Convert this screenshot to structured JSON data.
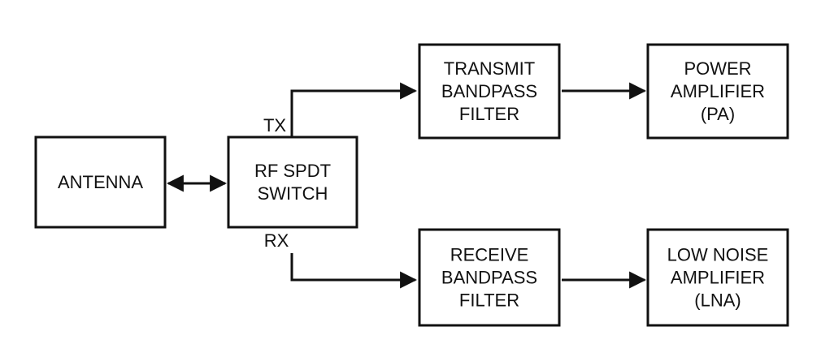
{
  "blocks": {
    "antenna": {
      "lines": [
        "ANTENNA"
      ]
    },
    "rf_switch": {
      "lines": [
        "RF SPDT",
        "SWITCH"
      ]
    },
    "tx_filter": {
      "lines": [
        "TRANSMIT",
        "BANDPASS",
        "FILTER"
      ]
    },
    "power_amplifier": {
      "lines": [
        "POWER",
        "AMPLIFIER",
        "(PA)"
      ]
    },
    "rx_filter": {
      "lines": [
        "RECEIVE",
        "BANDPASS",
        "FILTER"
      ]
    },
    "low_noise_amplifier": {
      "lines": [
        "LOW NOISE",
        "AMPLIFIER",
        "(LNA)"
      ]
    }
  },
  "ports": {
    "tx": "TX",
    "rx": "RX"
  },
  "colors": {
    "stroke": "#111111",
    "background": "#ffffff"
  }
}
